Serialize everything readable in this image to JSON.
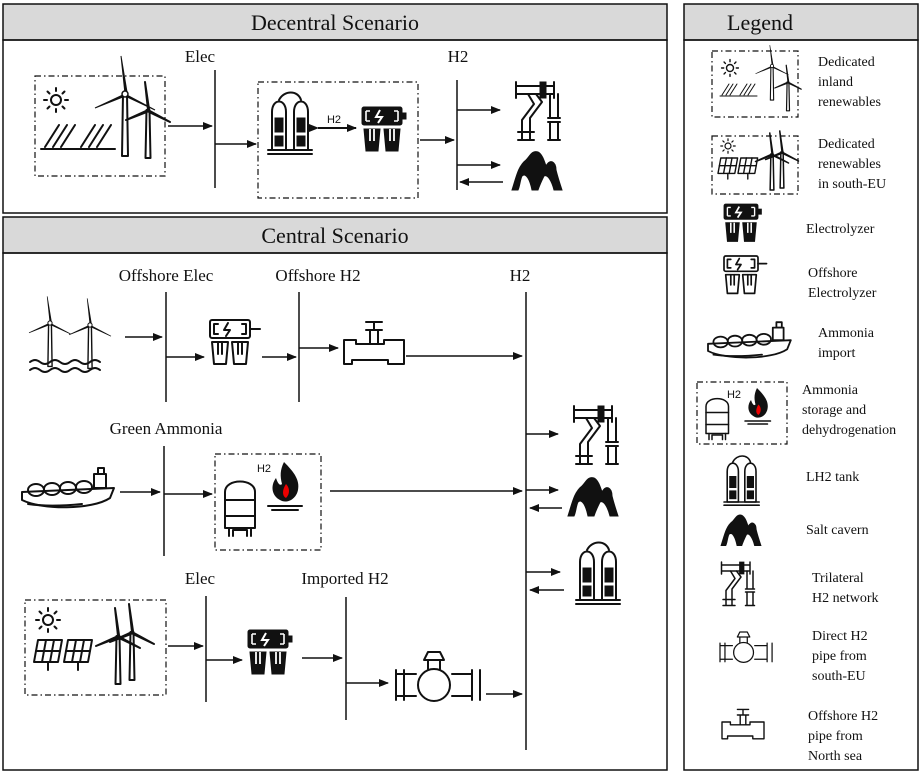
{
  "decentral": {
    "title": "Decentral Scenario",
    "bus_elec": "Elec",
    "bus_h2": "H2",
    "h2_link_label": "H2"
  },
  "central": {
    "title": "Central Scenario",
    "bus_offshore_elec": "Offshore Elec",
    "bus_offshore_h2": "Offshore H2",
    "bus_h2": "H2",
    "bus_green_ammonia": "Green Ammonia",
    "bus_elec": "Elec",
    "bus_imported_h2": "Imported H2",
    "ammonia_box_label": "H2"
  },
  "legend": {
    "title": "Legend",
    "items": [
      {
        "icon": "inland-renewables-icon",
        "lines": [
          "Dedicated",
          "inland",
          "renewables"
        ]
      },
      {
        "icon": "south-eu-renewables-icon",
        "lines": [
          "Dedicated",
          "renewables",
          "in south-EU"
        ]
      },
      {
        "icon": "electrolyzer-icon",
        "lines": [
          "Electrolyzer"
        ]
      },
      {
        "icon": "offshore-electrolyzer-icon",
        "lines": [
          "Offshore",
          "Electrolyzer"
        ]
      },
      {
        "icon": "ammonia-ship-icon",
        "lines": [
          "Ammonia",
          "import"
        ]
      },
      {
        "icon": "ammonia-dehydrogenation-icon",
        "lines": [
          "Ammonia",
          "storage and",
          "dehydrogenation"
        ],
        "box_label": "H2"
      },
      {
        "icon": "lh2-tank-icon",
        "lines": [
          "LH2 tank"
        ]
      },
      {
        "icon": "salt-cavern-icon",
        "lines": [
          "Salt cavern"
        ]
      },
      {
        "icon": "trilateral-network-icon",
        "lines": [
          "Trilateral",
          "H2 network"
        ]
      },
      {
        "icon": "direct-pipe-icon",
        "lines": [
          "Direct H2",
          "pipe from",
          "south-EU"
        ]
      },
      {
        "icon": "offshore-pipe-icon",
        "lines": [
          "Offshore H2",
          "pipe from",
          "North sea"
        ]
      }
    ]
  }
}
